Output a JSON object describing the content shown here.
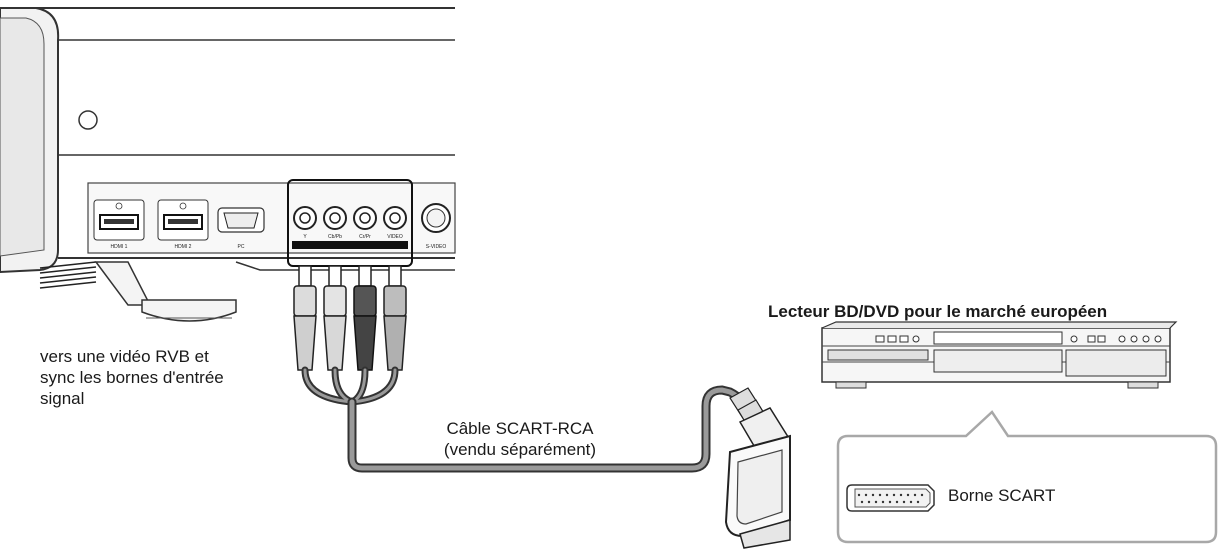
{
  "labels": {
    "rgb_line1": "vers une vidéo RVB et",
    "rgb_line2": "sync les bornes d'entrée",
    "rgb_line3": "signal",
    "cable_line1": "Câble SCART-RCA",
    "cable_line2": "(vendu séparément)",
    "player": "Lecteur BD/DVD pour le marché européen",
    "scart_terminal": "Borne SCART"
  },
  "projector_ports": {
    "hdmi1": "HDMI 1",
    "hdmi2": "HDMI 2",
    "pc": "PC",
    "y": "Y",
    "cb_pb": "Cb/Pb",
    "cr_pr": "Cr/Pr",
    "video": "VIDEO",
    "s_video": "S-VIDEO"
  }
}
